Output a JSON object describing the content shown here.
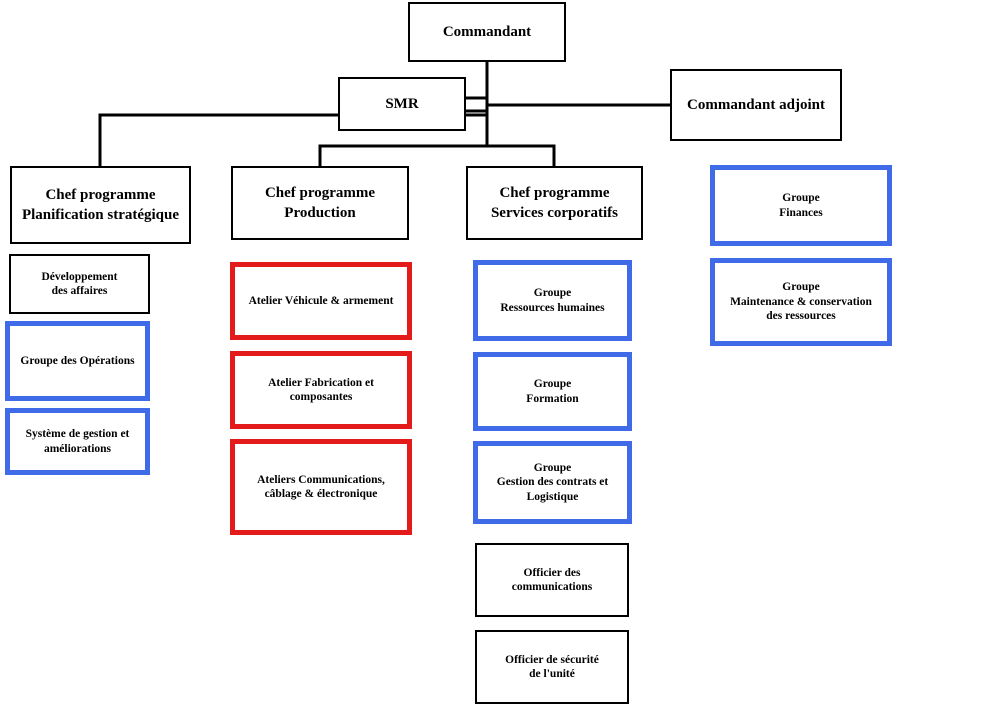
{
  "diagram": {
    "commandant": [
      "Commandant"
    ],
    "smr": [
      "SMR"
    ],
    "commandant_adjoint": [
      "Commandant adjoint"
    ],
    "chef_planification": [
      "Chef  programme",
      "Planification stratégique"
    ],
    "chef_production": [
      "Chef  programme",
      "Production"
    ],
    "chef_services": [
      "Chef  programme",
      "Services corporatifs"
    ],
    "developpement": [
      "Développement",
      "des affaires"
    ],
    "groupe_operations": [
      "Groupe des Opérations"
    ],
    "systeme_gestion": [
      "Système de gestion et",
      "améliorations"
    ],
    "atelier_vehicule": [
      "Atelier Véhicule & armement"
    ],
    "atelier_fabrication": [
      "Atelier Fabrication et",
      "composantes"
    ],
    "ateliers_communications": [
      "Ateliers Communications,",
      "câblage & électronique"
    ],
    "groupe_rh": [
      "Groupe",
      "Ressources humaines"
    ],
    "groupe_formation": [
      "Groupe",
      "Formation"
    ],
    "groupe_contrats": [
      "Groupe",
      "Gestion des contrats et",
      "Logistique"
    ],
    "officier_communications": [
      "Officier des",
      "communications"
    ],
    "officier_securite": [
      "Officier de sécurité",
      "de l'unité"
    ],
    "groupe_finances": [
      "Groupe",
      "Finances"
    ],
    "groupe_maintenance": [
      "Groupe",
      "Maintenance & conservation",
      "des ressources"
    ]
  },
  "colors": {
    "black": "#000000",
    "blue": "#3f6ae8",
    "red": "#e31b1b"
  }
}
